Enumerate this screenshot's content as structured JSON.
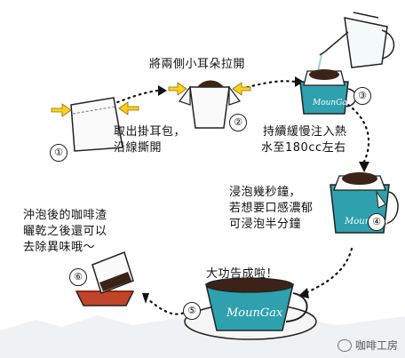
{
  "steps": [
    {
      "number": "①",
      "lines": [
        "取出掛耳包，",
        "沿線撕開"
      ]
    },
    {
      "number": "②",
      "lines": [
        "將兩側小耳朵拉開"
      ]
    },
    {
      "number": "③",
      "lines": [
        "持續緩慢注入熱",
        "水至180cc左右"
      ]
    },
    {
      "number": "④",
      "lines": [
        "浸泡幾秒鐘，",
        "若想要口感濃郁",
        "可浸泡半分鐘"
      ]
    },
    {
      "number": "⑤",
      "lines": [
        "大功告成啦！"
      ]
    },
    {
      "number": "⑥",
      "lines": [
        "沖泡後的咖啡渣",
        "曬乾之後還可以",
        "去除異味哦～"
      ]
    }
  ],
  "cup_brand": "MounGax",
  "watermark": "咖啡工房",
  "colors": {
    "cup": "#2fa0ad",
    "coffee": "#3b2417",
    "arrow": "#ffd21a",
    "plate": "#c1442a"
  }
}
